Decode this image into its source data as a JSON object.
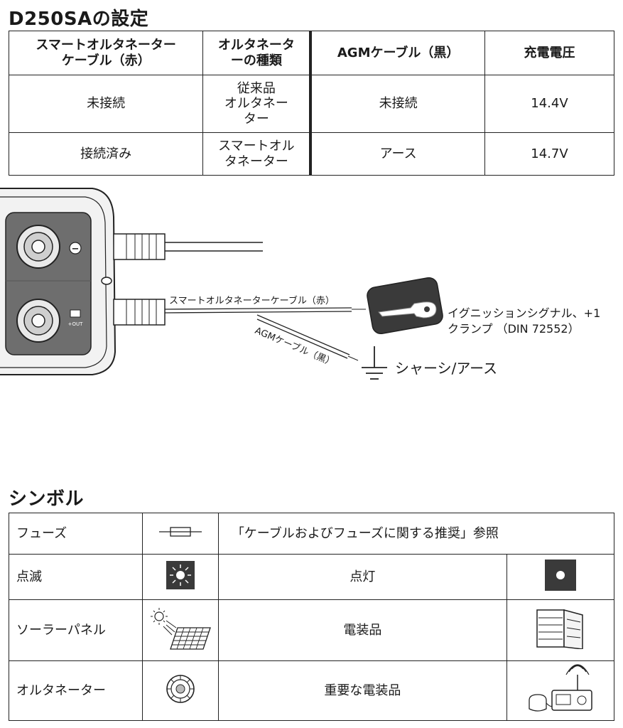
{
  "settings": {
    "title": "D250SAの設定",
    "headers": [
      "スマートオルタネーター\nケーブル（赤）",
      "オルタネータ\nーの種類",
      "AGMケーブル（黒）",
      "充電電圧"
    ],
    "rows": [
      [
        "未接続",
        "従来品\nオルタネー\nター",
        "未接続",
        "14.4V"
      ],
      [
        "接続済み",
        "スマートオル\nタネーター",
        "アース",
        "14.7V"
      ]
    ]
  },
  "diagram": {
    "device_minus_label": "−",
    "device_out_label": "+OUT",
    "smart_cable_label": "スマートオルタネーターケーブル（赤）",
    "agm_cable_label": "AGMケーブル（黒）",
    "ignition_label_line1": "イグニッションシグナル、+1",
    "ignition_label_line2": "クランプ （DIN 72552）",
    "ground_label": "シャーシ/アース"
  },
  "symbols": {
    "title": "シンボル",
    "fuse_label": "フューズ",
    "fuse_desc": "「ケーブルおよびフューズに関する推奨」参照",
    "blink_label": "点滅",
    "lit_label": "点灯",
    "solar_label": "ソーラーパネル",
    "appliance_label": "電装品",
    "alternator_label": "オルタネーター",
    "critical_label": "重要な電装品"
  },
  "colors": {
    "ink": "#1a1a1a",
    "device_gray": "#6e6e6e",
    "key_fill": "#3a3a3a"
  },
  "icons": [
    "fuse-icon",
    "blink-icon",
    "lit-icon",
    "solar-panel-icon",
    "fridge-icon",
    "alternator-icon",
    "radio-icon",
    "ground-icon",
    "key-icon"
  ]
}
